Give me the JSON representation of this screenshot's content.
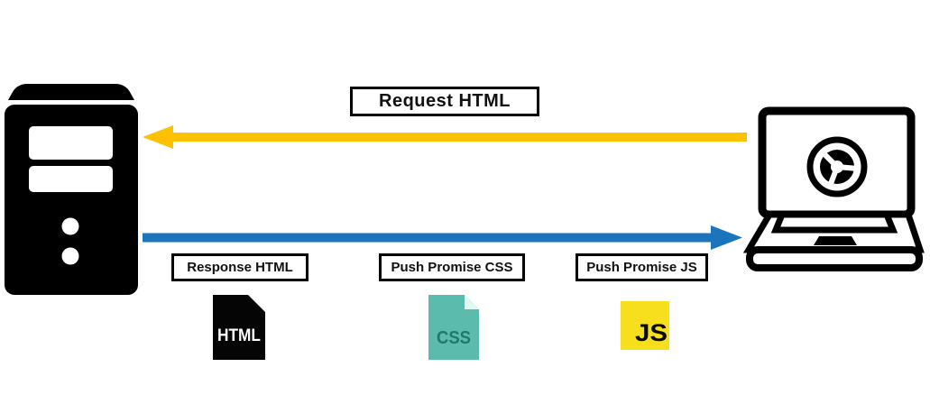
{
  "diagram": {
    "request_flow": {
      "label": "Request HTML",
      "arrow_color": "#FFC000",
      "direction": "left"
    },
    "push_flow": {
      "arrow_color": "#1B75BC",
      "direction": "right",
      "labels": [
        {
          "label": "Response HTML"
        },
        {
          "label": "Push Promise CSS"
        },
        {
          "label": "Push Promise JS"
        }
      ]
    },
    "nodes": {
      "server_icon": "server-tower",
      "client_icon": "laptop-with-chrome-logo"
    },
    "files": {
      "html": {
        "label": "HTML",
        "bg": "#050505",
        "text_color": "#FFFFFF"
      },
      "css": {
        "label": "CSS",
        "bg": "#5BBBAD",
        "text_color": "#1E7A6E",
        "fold": "#E2F6F2"
      },
      "js": {
        "label": "JS",
        "bg": "#F7DF1E",
        "text_color": "#0A0A0A"
      }
    }
  }
}
